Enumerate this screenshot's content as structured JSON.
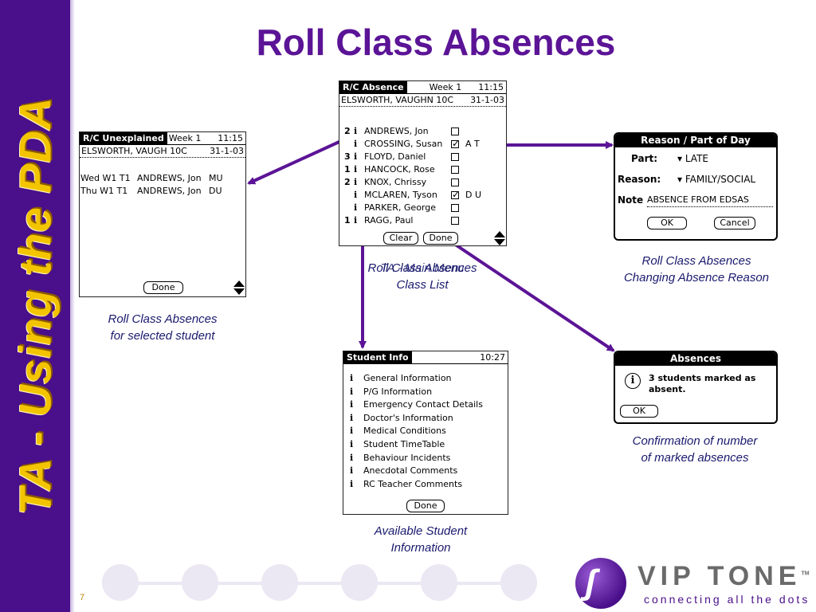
{
  "slide": {
    "side_title": "TA - Using the PDA",
    "title": "Roll Class Absences",
    "page_number": "7"
  },
  "logo": {
    "brand": "VIP TONE",
    "tm": "TM",
    "tagline": "connecting all the dots"
  },
  "unexplained": {
    "tab": "R/C Unexplained",
    "week": "Week 1",
    "time": "11:15",
    "student": "ELSWORTH, VAUGH  10C",
    "date": "31-1-03",
    "rows": [
      {
        "day": "Wed W1 T1",
        "name": "ANDREWS, Jon",
        "code": "MU"
      },
      {
        "day": "Thu W1 T1",
        "name": "ANDREWS, Jon",
        "code": "DU"
      }
    ],
    "done_label": "Done",
    "caption_line1": "Roll Class Absences",
    "caption_line2": "for selected student"
  },
  "absence": {
    "tab": "R/C Absence",
    "week": "Week 1",
    "time": "11:15",
    "student": "ELSWORTH, VAUGHN 10C",
    "date": "31-1-03",
    "rows": [
      {
        "count": "2",
        "name": "ANDREWS, Jon",
        "checked": false,
        "code": ""
      },
      {
        "count": "",
        "name": "CROSSING, Susan",
        "checked": true,
        "code": "A T"
      },
      {
        "count": "3",
        "name": "FLOYD, Daniel",
        "checked": false,
        "code": ""
      },
      {
        "count": "1",
        "name": "HANCOCK, Rose",
        "checked": false,
        "code": ""
      },
      {
        "count": "2",
        "name": "KNOX, Chrissy",
        "checked": false,
        "code": ""
      },
      {
        "count": "",
        "name": "MCLAREN, Tyson",
        "checked": true,
        "code": "D U"
      },
      {
        "count": "",
        "name": "PARKER, George",
        "checked": false,
        "code": ""
      },
      {
        "count": "1",
        "name": "RAGG, Paul",
        "checked": false,
        "code": ""
      }
    ],
    "clear_label": "Clear",
    "done_label": "Done",
    "caption_overlap": "TA - Main Menu",
    "caption_line1": "Roll Class Absences",
    "caption_line2": "Class List"
  },
  "reason": {
    "title": "Reason / Part of Day",
    "part_label": "Part:",
    "part_value": "LATE",
    "reason_label": "Reason:",
    "reason_value": "FAMILY/SOCIAL",
    "note_label": "Note",
    "note_value": "ABSENCE FROM EDSAS",
    "ok_label": "OK",
    "cancel_label": "Cancel",
    "caption_line1": "Roll Class Absences",
    "caption_line2": "Changing Absence Reason"
  },
  "confirm": {
    "title": "Absences",
    "message_line1": "3 students marked as",
    "message_line2": "absent.",
    "ok_label": "OK",
    "caption_line1": "Confirmation of number",
    "caption_line2": "of marked absences"
  },
  "studentinfo": {
    "tab": "Student Info",
    "time": "10:27",
    "items": [
      "General Information",
      "P/G Information",
      "Emergency Contact Details",
      "Doctor's Information",
      "Medical Conditions",
      "Student TimeTable",
      "Behaviour Incidents",
      "Anecdotal Comments",
      "RC Teacher Comments"
    ],
    "done_label": "Done",
    "caption_line1": "Available Student",
    "caption_line2": "Information"
  },
  "icons": {
    "info": "info-icon",
    "dropdown": "dropdown-triangle-icon",
    "scroll": "scroll-arrows-icon",
    "alert": "info-bubble-icon"
  },
  "colors": {
    "sidebar": "#4a0f8a",
    "title": "#5b1496",
    "side_title": "#f3c400",
    "caption": "#1a1a6e",
    "arrow": "#5b1496"
  }
}
